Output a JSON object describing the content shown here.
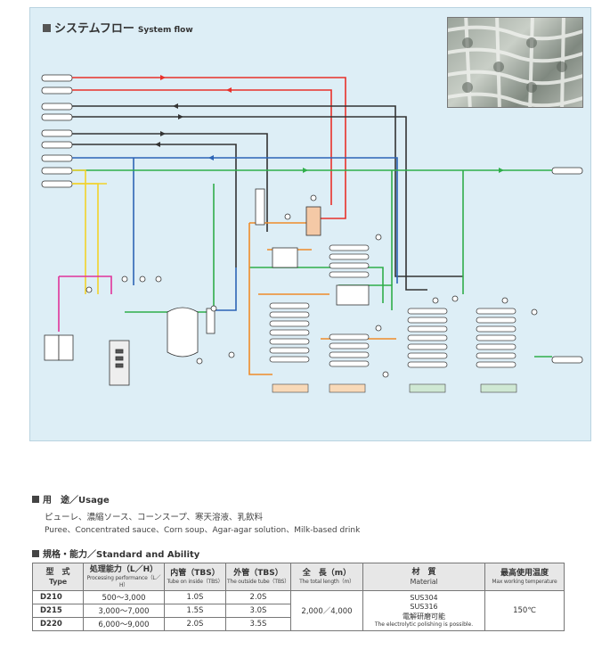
{
  "flow": {
    "title_jp": "システムフロー",
    "title_en": "System flow"
  },
  "usage": {
    "heading_jp": "用　途",
    "heading_en": "Usage",
    "text_jp": "ピューレ、濃縮ソース、コーンスープ、寒天溶液、乳飲料",
    "text_en": "Puree、Concentrated sauce、Corn soup、Agar-agar solution、Milk-based drink"
  },
  "spec": {
    "heading_jp": "規格・能力",
    "heading_en": "Standard and Ability",
    "headers": [
      {
        "jp": "型　式",
        "en": "Type"
      },
      {
        "jp": "処理能力（L／H）",
        "en": "Processing performance（L／H）"
      },
      {
        "jp": "内管（TBS）",
        "en": "Tube on inside（TBS）"
      },
      {
        "jp": "外管（TBS）",
        "en": "The outside tube（TBS）"
      },
      {
        "jp": "全　長（m）",
        "en": "The total length（m）"
      },
      {
        "jp": "材　質",
        "en": "Material"
      },
      {
        "jp": "最高使用温度",
        "en": "Max working temperature"
      }
    ],
    "rows": [
      {
        "type": "D210",
        "capacity": "500～3,000",
        "inner": "1.0S",
        "outer": "2.0S"
      },
      {
        "type": "D215",
        "capacity": "3,000～7,000",
        "inner": "1.5S",
        "outer": "3.0S"
      },
      {
        "type": "D220",
        "capacity": "6,000～9,000",
        "inner": "2.0S",
        "outer": "3.5S"
      }
    ],
    "length": "2,000／4,000",
    "material": [
      "SUS304",
      "SUS316",
      "電解研磨可能"
    ],
    "material_note": "The electrolytic polishing is possible.",
    "max_temp": "150℃"
  },
  "colors": {
    "red": "#e8302a",
    "green": "#2fae4a",
    "blue": "#2c64b5",
    "yellow": "#f2d22a",
    "orange": "#ef8c2a",
    "dark": "#333333",
    "magenta": "#e0339a",
    "panel_bg": "#ddeef6"
  }
}
